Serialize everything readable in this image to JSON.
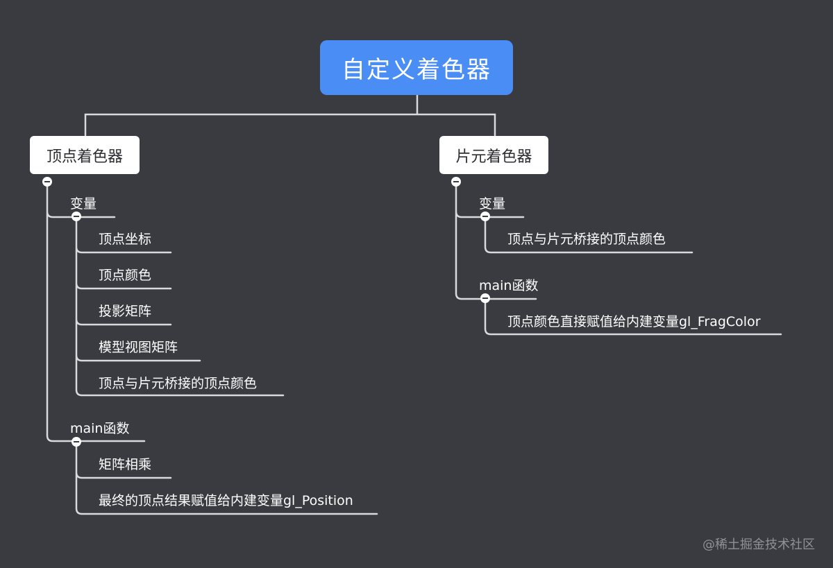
{
  "root": {
    "label": "自定义着色器"
  },
  "vertex": {
    "label": "顶点着色器",
    "variables": {
      "label": "变量",
      "items": [
        "顶点坐标",
        "顶点颜色",
        "投影矩阵",
        "模型视图矩阵",
        "顶点与片元桥接的顶点颜色"
      ]
    },
    "main": {
      "label": "main函数",
      "items": [
        "矩阵相乘",
        "最终的顶点结果赋值给内建变量gl_Position"
      ]
    }
  },
  "fragment": {
    "label": "片元着色器",
    "variables": {
      "label": "变量",
      "items": [
        "顶点与片元桥接的顶点颜色"
      ]
    },
    "main": {
      "label": "main函数",
      "items": [
        "顶点颜色直接赋值给内建变量gl_FragColor"
      ]
    }
  },
  "watermark": "@稀土掘金技术社区",
  "colors": {
    "background": "#393b40",
    "root": "#4a8ef5",
    "branch": "#ffffff",
    "line": "#d9dadc"
  }
}
